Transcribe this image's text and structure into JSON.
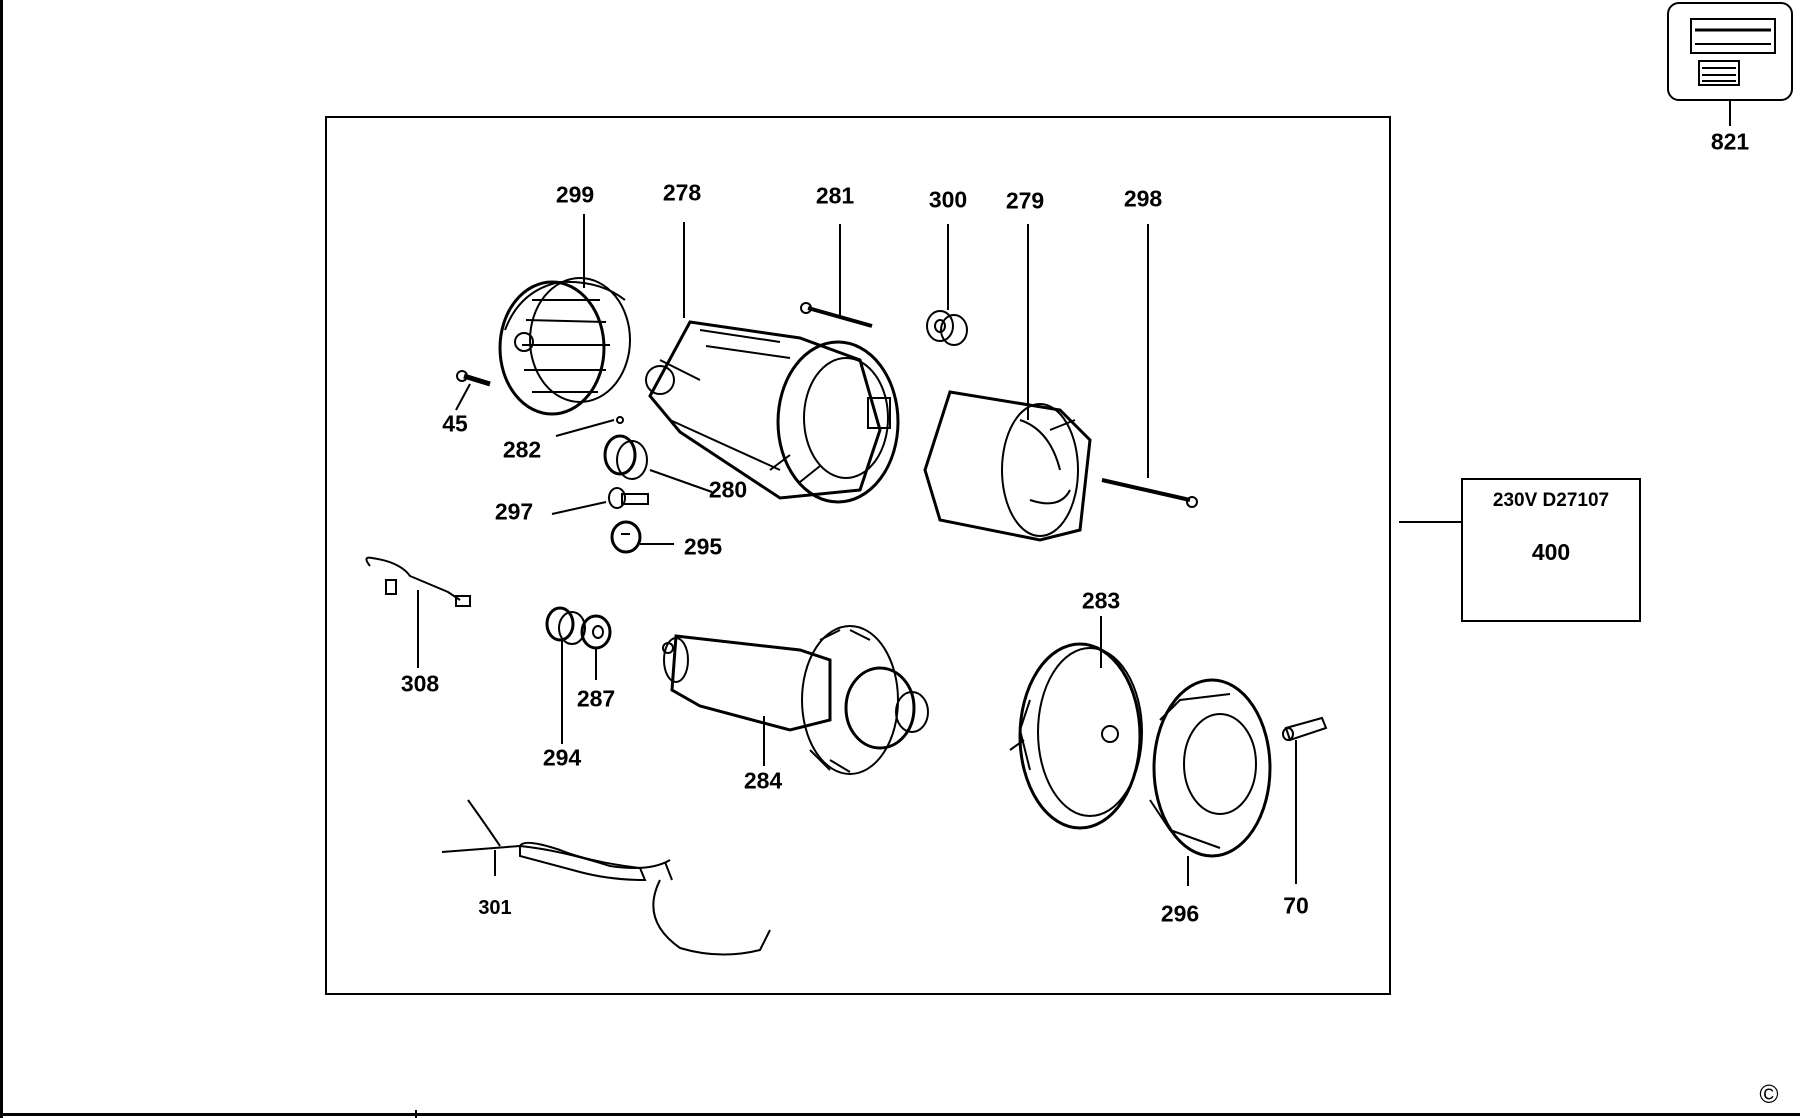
{
  "model": {
    "code": "230V D27107",
    "assembly": "400"
  },
  "label_card": {
    "part": "821"
  },
  "copyright_mark": "©",
  "parts": [
    {
      "id": "299"
    },
    {
      "id": "278"
    },
    {
      "id": "281"
    },
    {
      "id": "300"
    },
    {
      "id": "279"
    },
    {
      "id": "298"
    },
    {
      "id": "45"
    },
    {
      "id": "282"
    },
    {
      "id": "280"
    },
    {
      "id": "297"
    },
    {
      "id": "295"
    },
    {
      "id": "308"
    },
    {
      "id": "294"
    },
    {
      "id": "287"
    },
    {
      "id": "284"
    },
    {
      "id": "283"
    },
    {
      "id": "296"
    },
    {
      "id": "70"
    },
    {
      "id": "301"
    }
  ]
}
